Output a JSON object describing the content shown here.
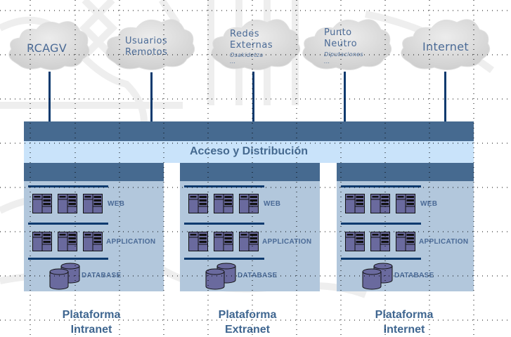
{
  "diagram": {
    "networks": [
      {
        "id": "rcagv",
        "title": "RCAGV",
        "subtitle": "",
        "ellipsis": ""
      },
      {
        "id": "usuarios-remotos",
        "title_line1": "Usuarios",
        "title_line2": "Remotos"
      },
      {
        "id": "redes-externas",
        "title_line1": "Redes",
        "title_line2": "Externas",
        "subtitle": "Osakidetza",
        "ellipsis": "..."
      },
      {
        "id": "punto-neutro",
        "title_line1": "Punto",
        "title_line2": "Neutro",
        "subtitle": "Diputaciones",
        "ellipsis": "..."
      },
      {
        "id": "internet",
        "title": "Internet"
      }
    ],
    "access_layer": {
      "label": "Acceso y Distribución"
    },
    "tiers": {
      "web": "WEB",
      "application": "APPLICATION",
      "database": "DATABASE"
    },
    "platforms": [
      {
        "id": "intranet",
        "line1": "Plataforma",
        "line2": "Intranet"
      },
      {
        "id": "extranet",
        "line1": "Plataforma",
        "line2": "Extranet"
      },
      {
        "id": "internet",
        "line1": "Plataforma",
        "line2": "Internet"
      }
    ],
    "colors": {
      "bus_dark": "#466a90",
      "bus_light": "#c9e3fa",
      "platform_body": "#b2c7dc",
      "connector": "#0d3a6e",
      "server": "#6a6a9e",
      "text": "#4a6a96"
    }
  }
}
